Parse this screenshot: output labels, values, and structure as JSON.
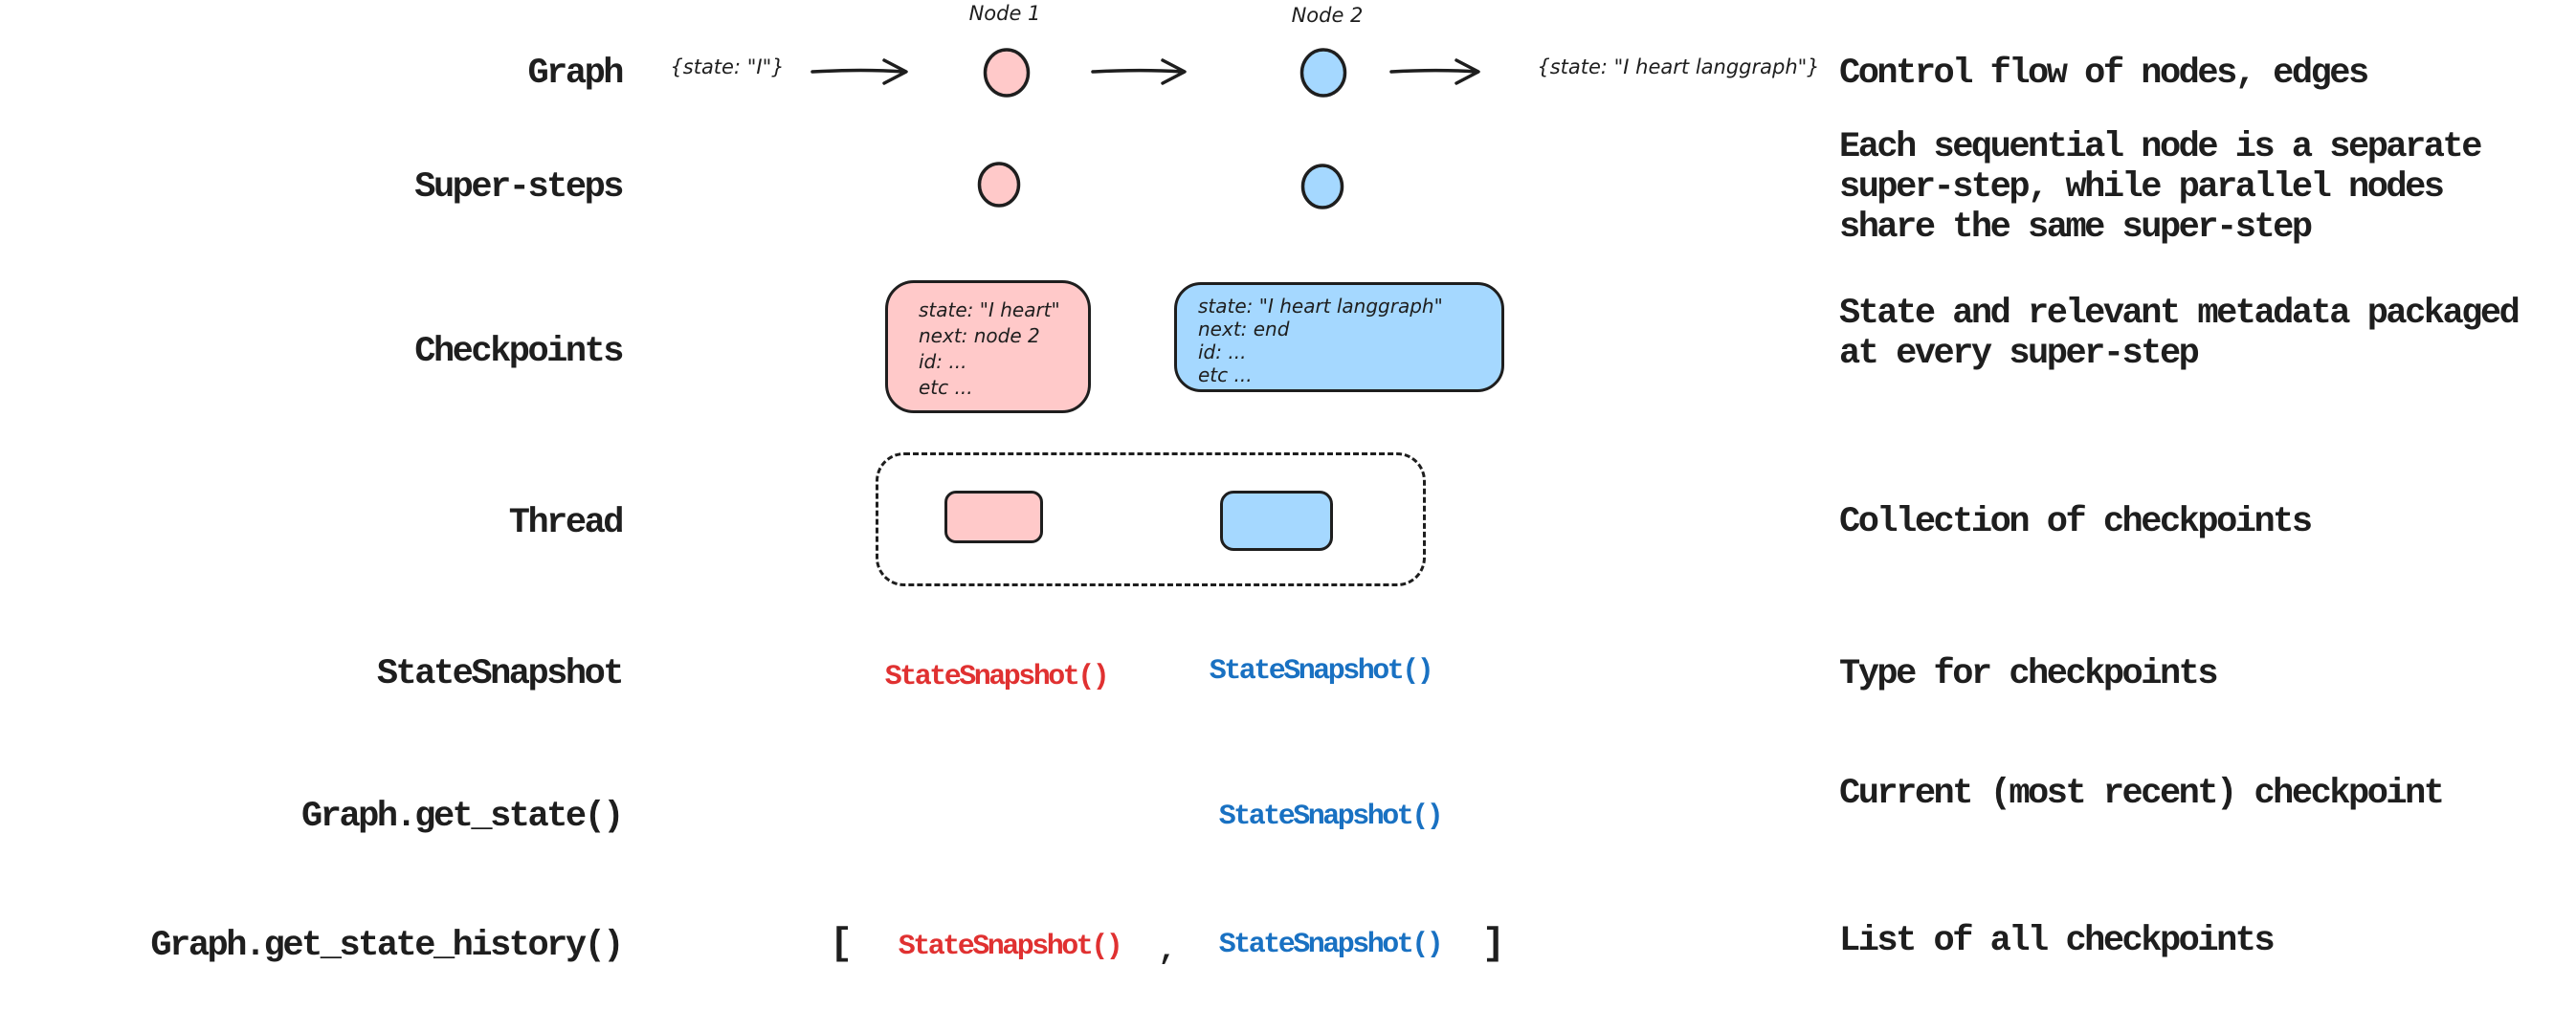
{
  "colors": {
    "ink": "#1e1e1e",
    "pink": "#ffc9c9",
    "skyblue": "#a5d8ff",
    "red_code": "#e03131",
    "blue_code": "#1971c2",
    "background": "#ffffff"
  },
  "rows": {
    "graph": {
      "label": "Graph",
      "input_state": "{state: \"I\"}",
      "node1_label": "Node 1",
      "node2_label": "Node 2",
      "output_state": "{state: \"I heart langgraph\"}",
      "desc": "Control flow of nodes, edges"
    },
    "supersteps": {
      "label": "Super-steps",
      "desc_lines": [
        "Each sequential node is a separate",
        "super-step, while parallel nodes",
        "share the same super-step"
      ]
    },
    "checkpoints": {
      "label": "Checkpoints",
      "pink_lines": [
        "state: \"I heart\"",
        "next: node 2",
        "id: ...",
        "etc ..."
      ],
      "blue_lines": [
        "state: \"I heart langgraph\"",
        "next: end",
        "id: ...",
        "etc ..."
      ],
      "desc_lines": [
        "State and relevant metadata packaged",
        "at every super-step"
      ]
    },
    "thread": {
      "label": "Thread",
      "desc": "Collection of checkpoints"
    },
    "statesnapshot": {
      "label": "StateSnapshot",
      "red_value": "StateSnapshot()",
      "blue_value": "StateSnapshot()",
      "desc": "Type for checkpoints"
    },
    "get_state": {
      "label": "Graph.get_state()",
      "blue_value": "StateSnapshot()",
      "desc": "Current (most recent) checkpoint"
    },
    "get_state_history": {
      "label": "Graph.get_state_history()",
      "bracket_open": "[",
      "red_value": "StateSnapshot()",
      "comma": ",",
      "blue_value": "StateSnapshot()",
      "bracket_close": "]",
      "desc": "List of all checkpoints"
    }
  }
}
